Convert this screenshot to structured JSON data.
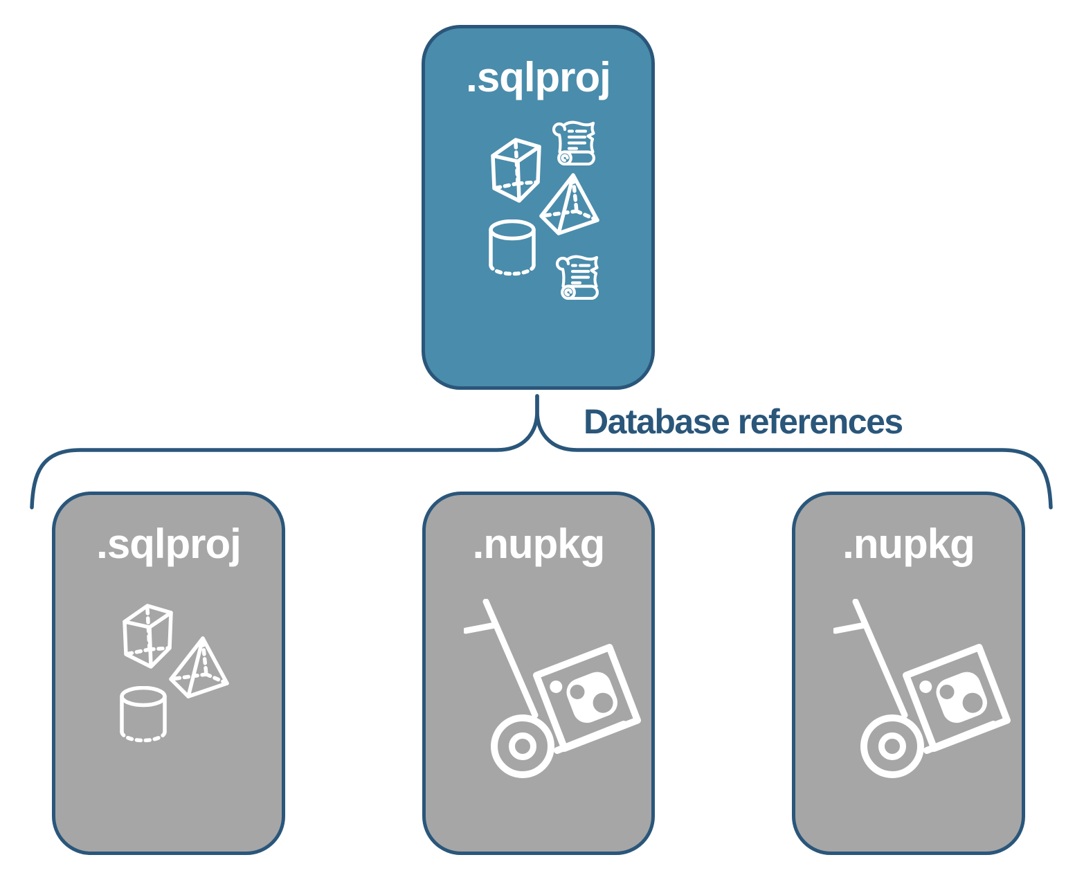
{
  "colors": {
    "outline_dark_blue": "#2A567A",
    "root_node_fill_blue": "#4A8CAB",
    "child_node_fill_gray": "#A6A6A6",
    "icon_and_title_white": "#FFFFFF"
  },
  "root_node": {
    "title": ".sqlproj",
    "icons": [
      "sql-script-icon",
      "cube-icon",
      "pyramid-icon",
      "cylinder-icon",
      "sql-script-icon"
    ]
  },
  "connector": {
    "label": "Database references"
  },
  "child_nodes": [
    {
      "title": ".sqlproj",
      "icons": [
        "cube-icon",
        "pyramid-icon",
        "cylinder-icon"
      ]
    },
    {
      "title": ".nupkg",
      "icons": [
        "nuget-package-icon"
      ]
    },
    {
      "title": ".nupkg",
      "icons": [
        "nuget-package-icon"
      ]
    }
  ]
}
